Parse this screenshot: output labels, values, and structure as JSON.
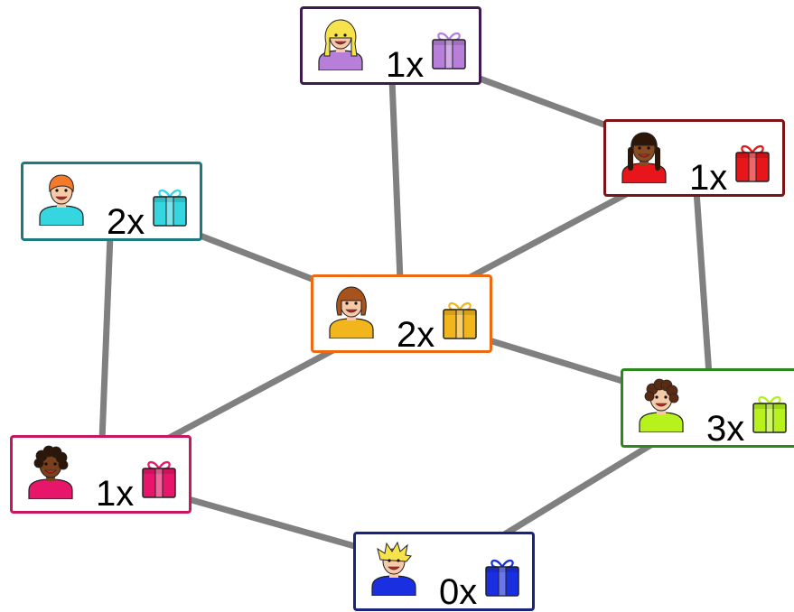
{
  "nodes": [
    {
      "id": "purple",
      "count": "1x",
      "color": "#b77fd9",
      "border": "#3f1a4f",
      "skin": "#f7c9a6",
      "hair": "#f6e24a",
      "hairStyle": "long"
    },
    {
      "id": "red",
      "count": "1x",
      "color": "#e8161b",
      "border": "#7b1416",
      "skin": "#8a4a22",
      "hair": "#2b1608",
      "hairStyle": "braids"
    },
    {
      "id": "teal",
      "count": "2x",
      "color": "#35d6e0",
      "border": "#1e7a7e",
      "skin": "#f7c9a6",
      "hair": "#f47a2a",
      "hairStyle": "short"
    },
    {
      "id": "orange",
      "count": "2x",
      "color": "#f3b51c",
      "border": "#ee6a12",
      "skin": "#f7c9a6",
      "hair": "#a8531b",
      "hairStyle": "bob"
    },
    {
      "id": "green",
      "count": "3x",
      "color": "#b7f21d",
      "border": "#2c8a1c",
      "skin": "#f7c9a6",
      "hair": "#5b2a12",
      "hairStyle": "curly"
    },
    {
      "id": "pink",
      "count": "1x",
      "color": "#e8166a",
      "border": "#c8165f",
      "skin": "#7a3f1d",
      "hair": "#2b1608",
      "hairStyle": "curly"
    },
    {
      "id": "blue",
      "count": "0x",
      "color": "#1a2fe0",
      "border": "#1a237e",
      "skin": "#f7c9a6",
      "hair": "#f6e24a",
      "hairStyle": "spiky"
    }
  ],
  "edges": [
    [
      "purple",
      "red"
    ],
    [
      "purple",
      "orange"
    ],
    [
      "red",
      "orange"
    ],
    [
      "red",
      "green"
    ],
    [
      "teal",
      "orange"
    ],
    [
      "teal",
      "pink"
    ],
    [
      "orange",
      "pink"
    ],
    [
      "orange",
      "green"
    ],
    [
      "green",
      "blue"
    ],
    [
      "pink",
      "blue"
    ]
  ],
  "edge_color": "#808080"
}
